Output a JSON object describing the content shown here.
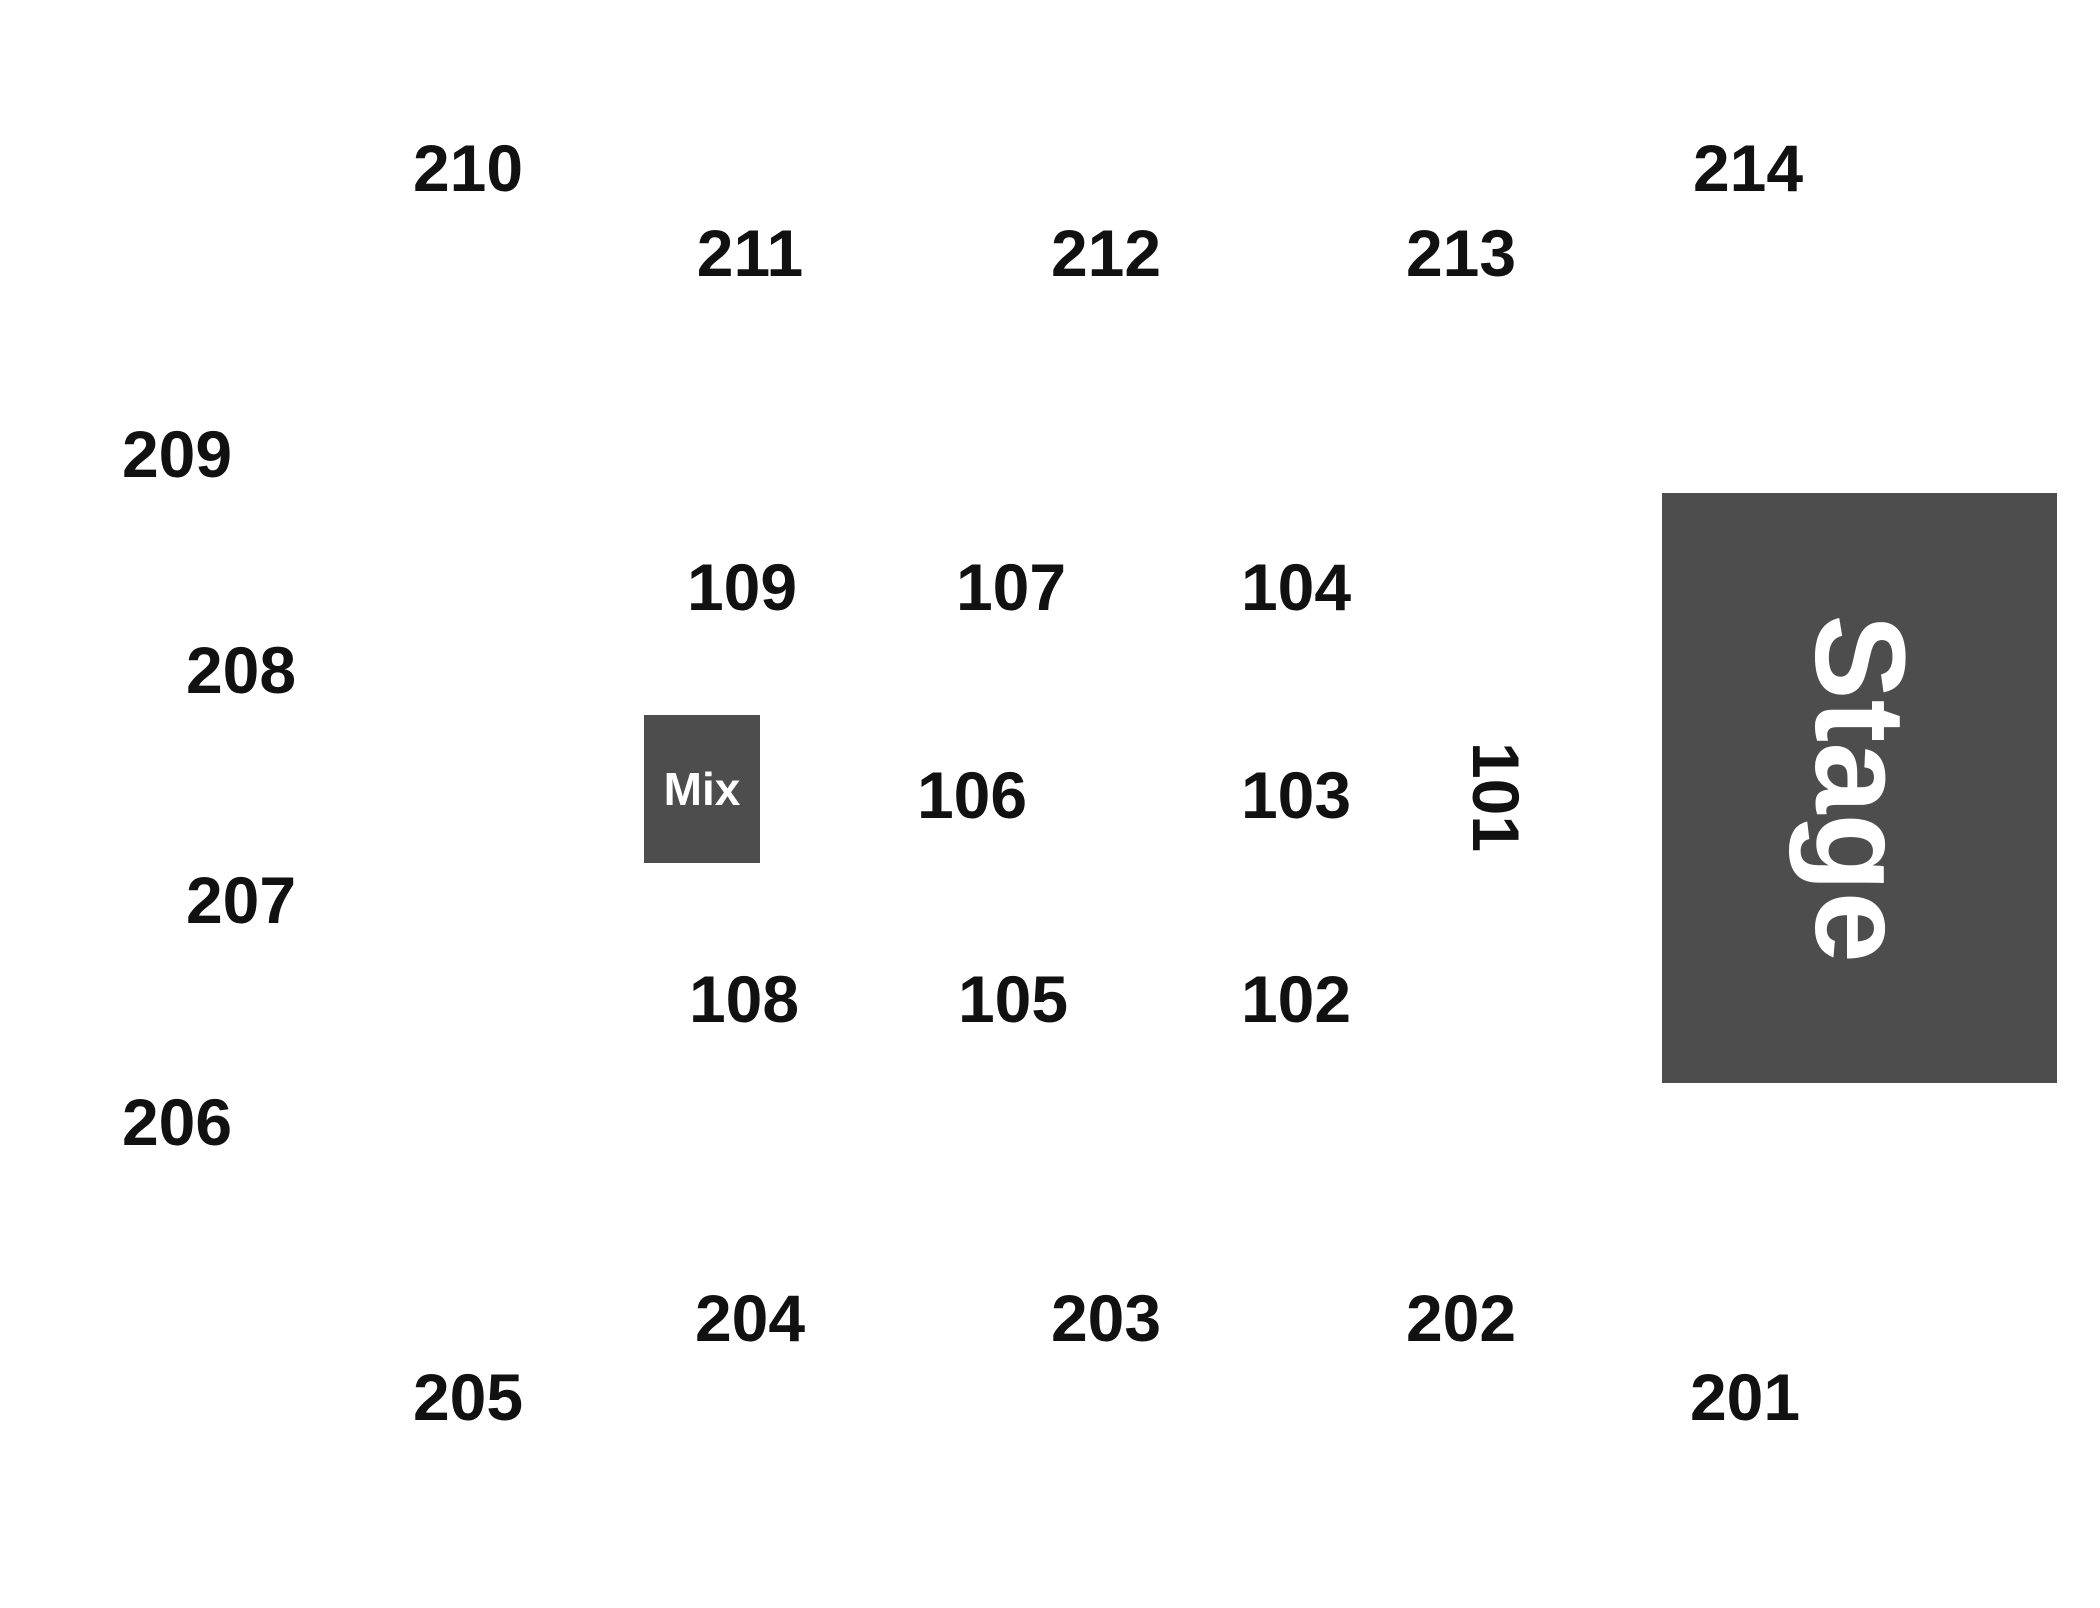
{
  "map": {
    "stage": {
      "label": "Stage",
      "color": "#4d4d4d"
    },
    "mix": {
      "label": "Mix",
      "color": "#4d4d4d"
    },
    "sections": {
      "s101": "101",
      "s102": "102",
      "s103": "103",
      "s104": "104",
      "s105": "105",
      "s106": "106",
      "s107": "107",
      "s108": "108",
      "s109": "109",
      "s201": "201",
      "s202": "202",
      "s203": "203",
      "s204": "204",
      "s205": "205",
      "s206": "206",
      "s207": "207",
      "s208": "208",
      "s209": "209",
      "s210": "210",
      "s211": "211",
      "s212": "212",
      "s213": "213",
      "s214": "214"
    }
  }
}
